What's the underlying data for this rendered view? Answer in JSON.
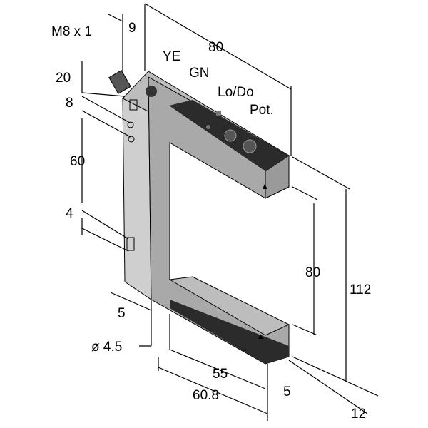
{
  "title": "Fork sensor dimension drawing",
  "colors": {
    "body_front": "#a9a9a9",
    "body_side": "#cfcfcf",
    "body_top": "#bdbdbd",
    "strip": "#2b2b2b",
    "line": "#000000"
  },
  "labels": {
    "thread": "M8 x 1",
    "connector_offset": "9",
    "overall_width": "80",
    "led_yellow": "YE",
    "led_green": "GN",
    "light_dark": "Lo/Do",
    "potentiometer": "Pot.",
    "top_offset": "20",
    "hole_offset": "8",
    "hole_spacing": "60",
    "lower_offset": "4",
    "column_depth": "5",
    "hole_diameter": "ø 4.5",
    "fork_gap": "80",
    "overall_height": "112",
    "fork_depth": "55",
    "overall_depth": "60.8",
    "arm_end": "5",
    "thickness": "12"
  }
}
